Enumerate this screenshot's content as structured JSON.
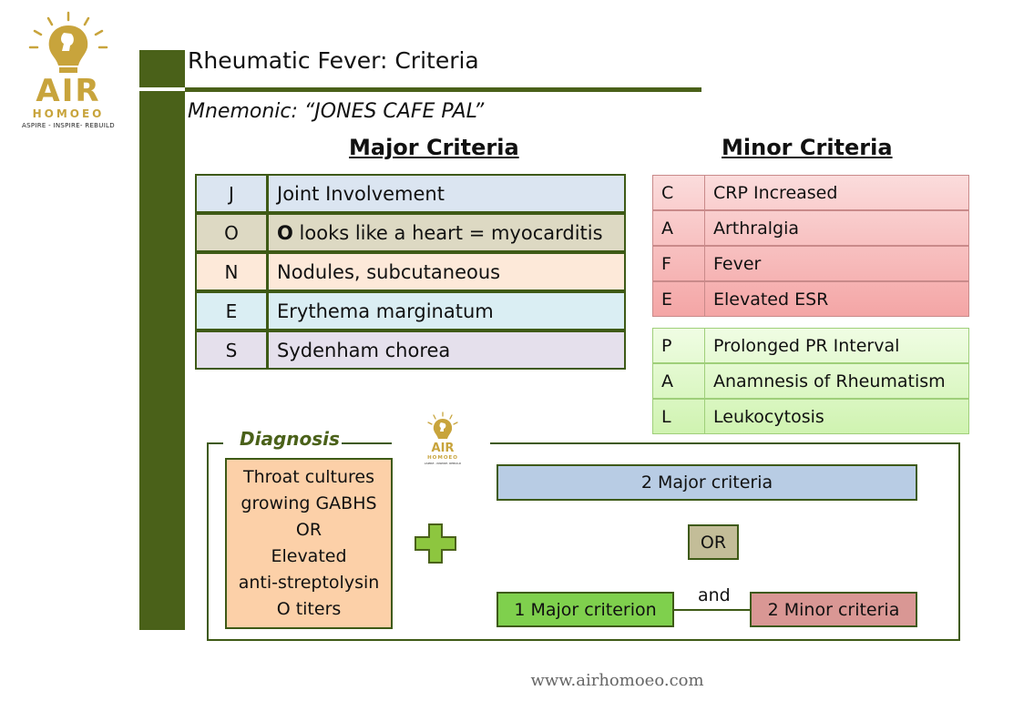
{
  "logo": {
    "brand": "AIR",
    "sub": "HOMOEO",
    "tagline": "ASPIRE - INSPIRE- REBUILD",
    "color": "#c8a43c"
  },
  "title": "Rheumatic Fever: Criteria",
  "mnemonic": "Mnemonic: “JONES CAFE PAL”",
  "major": {
    "heading": "Major Criteria",
    "rows": [
      {
        "letter": "J",
        "text": "Joint Involvement",
        "color": "#dbe5f1"
      },
      {
        "letter": "O",
        "bold": "O",
        "text": " looks like a heart = myocarditis",
        "color": "#ddd9c3"
      },
      {
        "letter": "N",
        "text": "Nodules, subcutaneous",
        "color": "#fde9d9"
      },
      {
        "letter": "E",
        "text": "Erythema marginatum",
        "color": "#daeef3"
      },
      {
        "letter": "S",
        "text": "Sydenham chorea",
        "color": "#e5e0ec"
      }
    ]
  },
  "minor": {
    "heading": "Minor Criteria",
    "rows": [
      {
        "letter": "C",
        "text": "CRP Increased"
      },
      {
        "letter": "A",
        "text": "Arthralgia"
      },
      {
        "letter": "F",
        "text": "Fever"
      },
      {
        "letter": "E",
        "text": "Elevated ESR"
      },
      {
        "letter": "P",
        "text": "Prolonged PR Interval"
      },
      {
        "letter": "A",
        "text": "Anamnesis of Rheumatism"
      },
      {
        "letter": "L",
        "text": "Leukocytosis"
      }
    ]
  },
  "diagnosis": {
    "label": "Diagnosis",
    "throat_lines": [
      "Throat cultures",
      "growing GABHS",
      "OR",
      "Elevated",
      "anti-streptolysin",
      "O titers"
    ],
    "two_major": "2 Major criteria",
    "or": "OR",
    "one_major": "1 Major criterion",
    "and": "and",
    "two_minor": "2 Minor criteria"
  },
  "website": "www.airhomoeo.com",
  "colors": {
    "dark_green": "#4a6119",
    "minor_red_top": "#fbdcdc",
    "minor_red_bottom": "#f4a5a5",
    "minor_green_top": "#f0fde4",
    "minor_green_bottom": "#cff3b0"
  }
}
